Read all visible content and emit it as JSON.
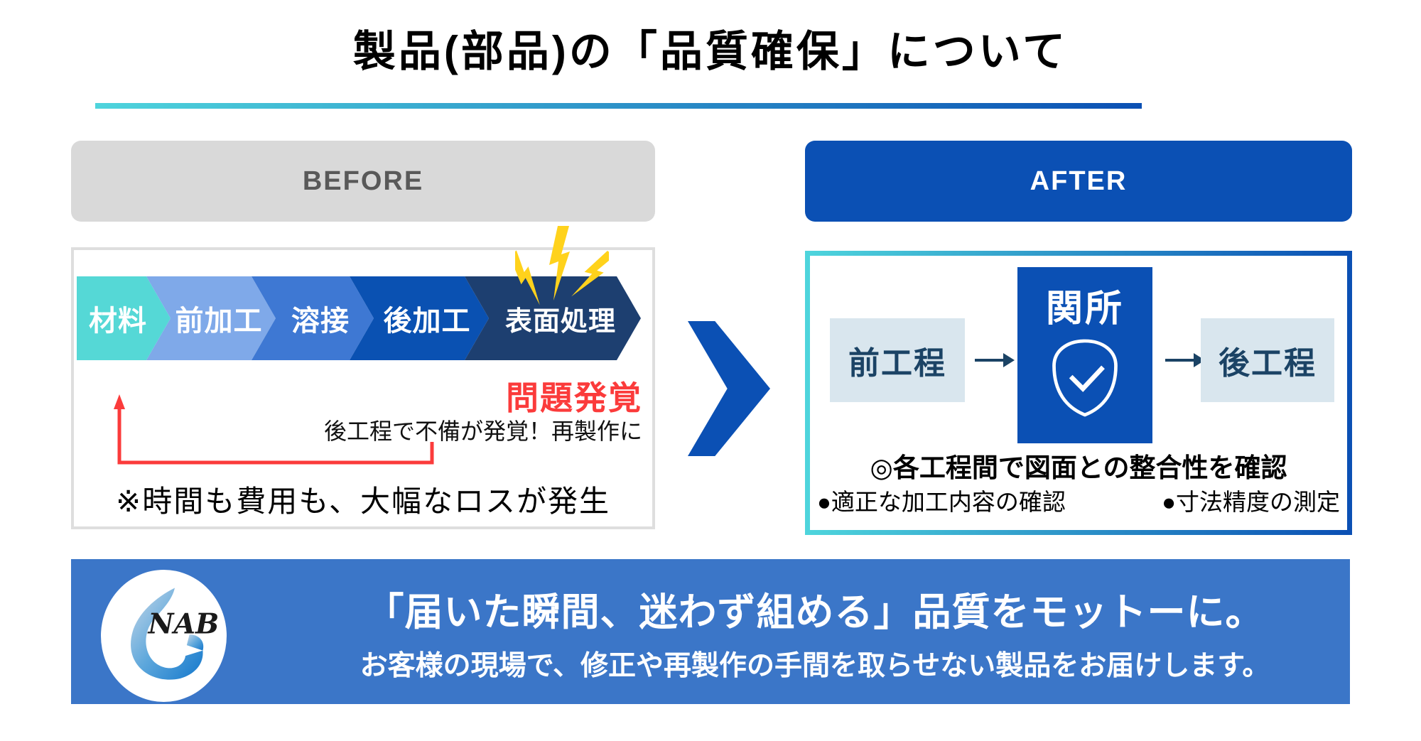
{
  "title": "製品(部品)の「品質確保」について",
  "colors": {
    "accent-cyan": "#4ED4DC",
    "accent-blue": "#0B50B4",
    "banner-blue": "#3B76C8",
    "light-panel": "#D9E6EE",
    "alert-red": "#FB3B3B",
    "header-gray": "#D9D9D9",
    "header-gray-text": "#595959",
    "navy-text": "#1B4365",
    "bolt-yellow": "#FFD21C"
  },
  "before": {
    "header_label": "BEFORE",
    "steps": [
      {
        "label": "材料",
        "color": "#55D8D6"
      },
      {
        "label": "前加工",
        "color": "#7FA9E9"
      },
      {
        "label": "溶接",
        "color": "#3E78D3"
      },
      {
        "label": "後加工",
        "color": "#0A51B2"
      },
      {
        "label": "表面処理",
        "color": "#1D3F70"
      }
    ],
    "problem_label": "問題発覚",
    "problem_detail": "後工程で不備が発覚！再製作に",
    "loss_note": "※時間も費用も、大幅なロスが発生"
  },
  "after": {
    "header_label": "AFTER",
    "pre_process_label": "前工程",
    "checkpoint_label": "関所",
    "post_process_label": "後工程",
    "check_title": "◎各工程間で図面との整合性を確認",
    "check_item_left": "●適正な加工内容の確認",
    "check_item_right": "●寸法精度の測定"
  },
  "banner": {
    "logo_text": "NAB",
    "headline": "「届いた瞬間、迷わず組める」品質をモットーに。",
    "subline": "お客様の現場で、修正や再製作の手間を取らせない製品をお届けします。"
  },
  "icons": {
    "alert_icon": "lightning-bolts-icon",
    "checkpoint_icon": "shield-check-icon",
    "transition_icon": "chevron-right-icon",
    "flow_arrow_icon": "arrow-right-icon",
    "rework_arrow_icon": "return-arrow-icon"
  }
}
